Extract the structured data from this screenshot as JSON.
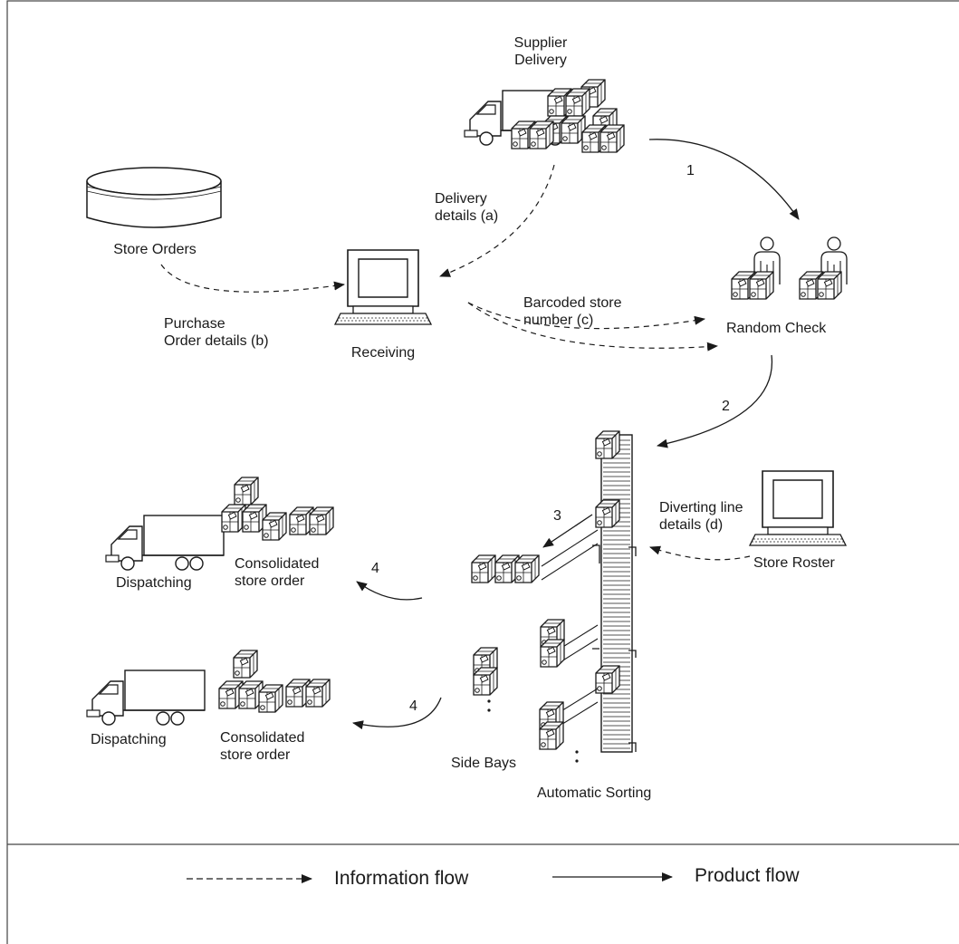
{
  "labels": {
    "supplier_delivery_1": "Supplier",
    "supplier_delivery_2": "Delivery",
    "store_orders": "Store Orders",
    "delivery_details_1": "Delivery",
    "delivery_details_2": "details (a)",
    "receiving": "Receiving",
    "purchase_1": "Purchase",
    "purchase_2": "Order details (b)",
    "barcoded_1": "Barcoded store",
    "barcoded_2": "number (c)",
    "random_check": "Random Check",
    "diverting_1": "Diverting line",
    "diverting_2": "details (d)",
    "store_roster": "Store Roster",
    "dispatching_top": "Dispatching",
    "consolidated_top_1": "Consolidated",
    "consolidated_top_2": "store order",
    "dispatching_bottom": "Dispatching",
    "consolidated_bottom_1": "Consolidated",
    "consolidated_bottom_2": "store order",
    "side_bays": "Side Bays",
    "automatic_sorting": "Automatic Sorting"
  },
  "step_numbers": {
    "step_1": "1",
    "step_2": "2",
    "step_3": "3",
    "step_4a": "4",
    "step_4b": "4"
  },
  "legend": {
    "information_flow": "Information flow",
    "product_flow": "Product flow"
  },
  "icons": [
    "truck-icon",
    "box-stack-icon",
    "database-icon",
    "computer-icon",
    "person-icon",
    "conveyor-icon"
  ],
  "colors": {
    "ink": "#1a1a1a",
    "background": "#ffffff"
  }
}
